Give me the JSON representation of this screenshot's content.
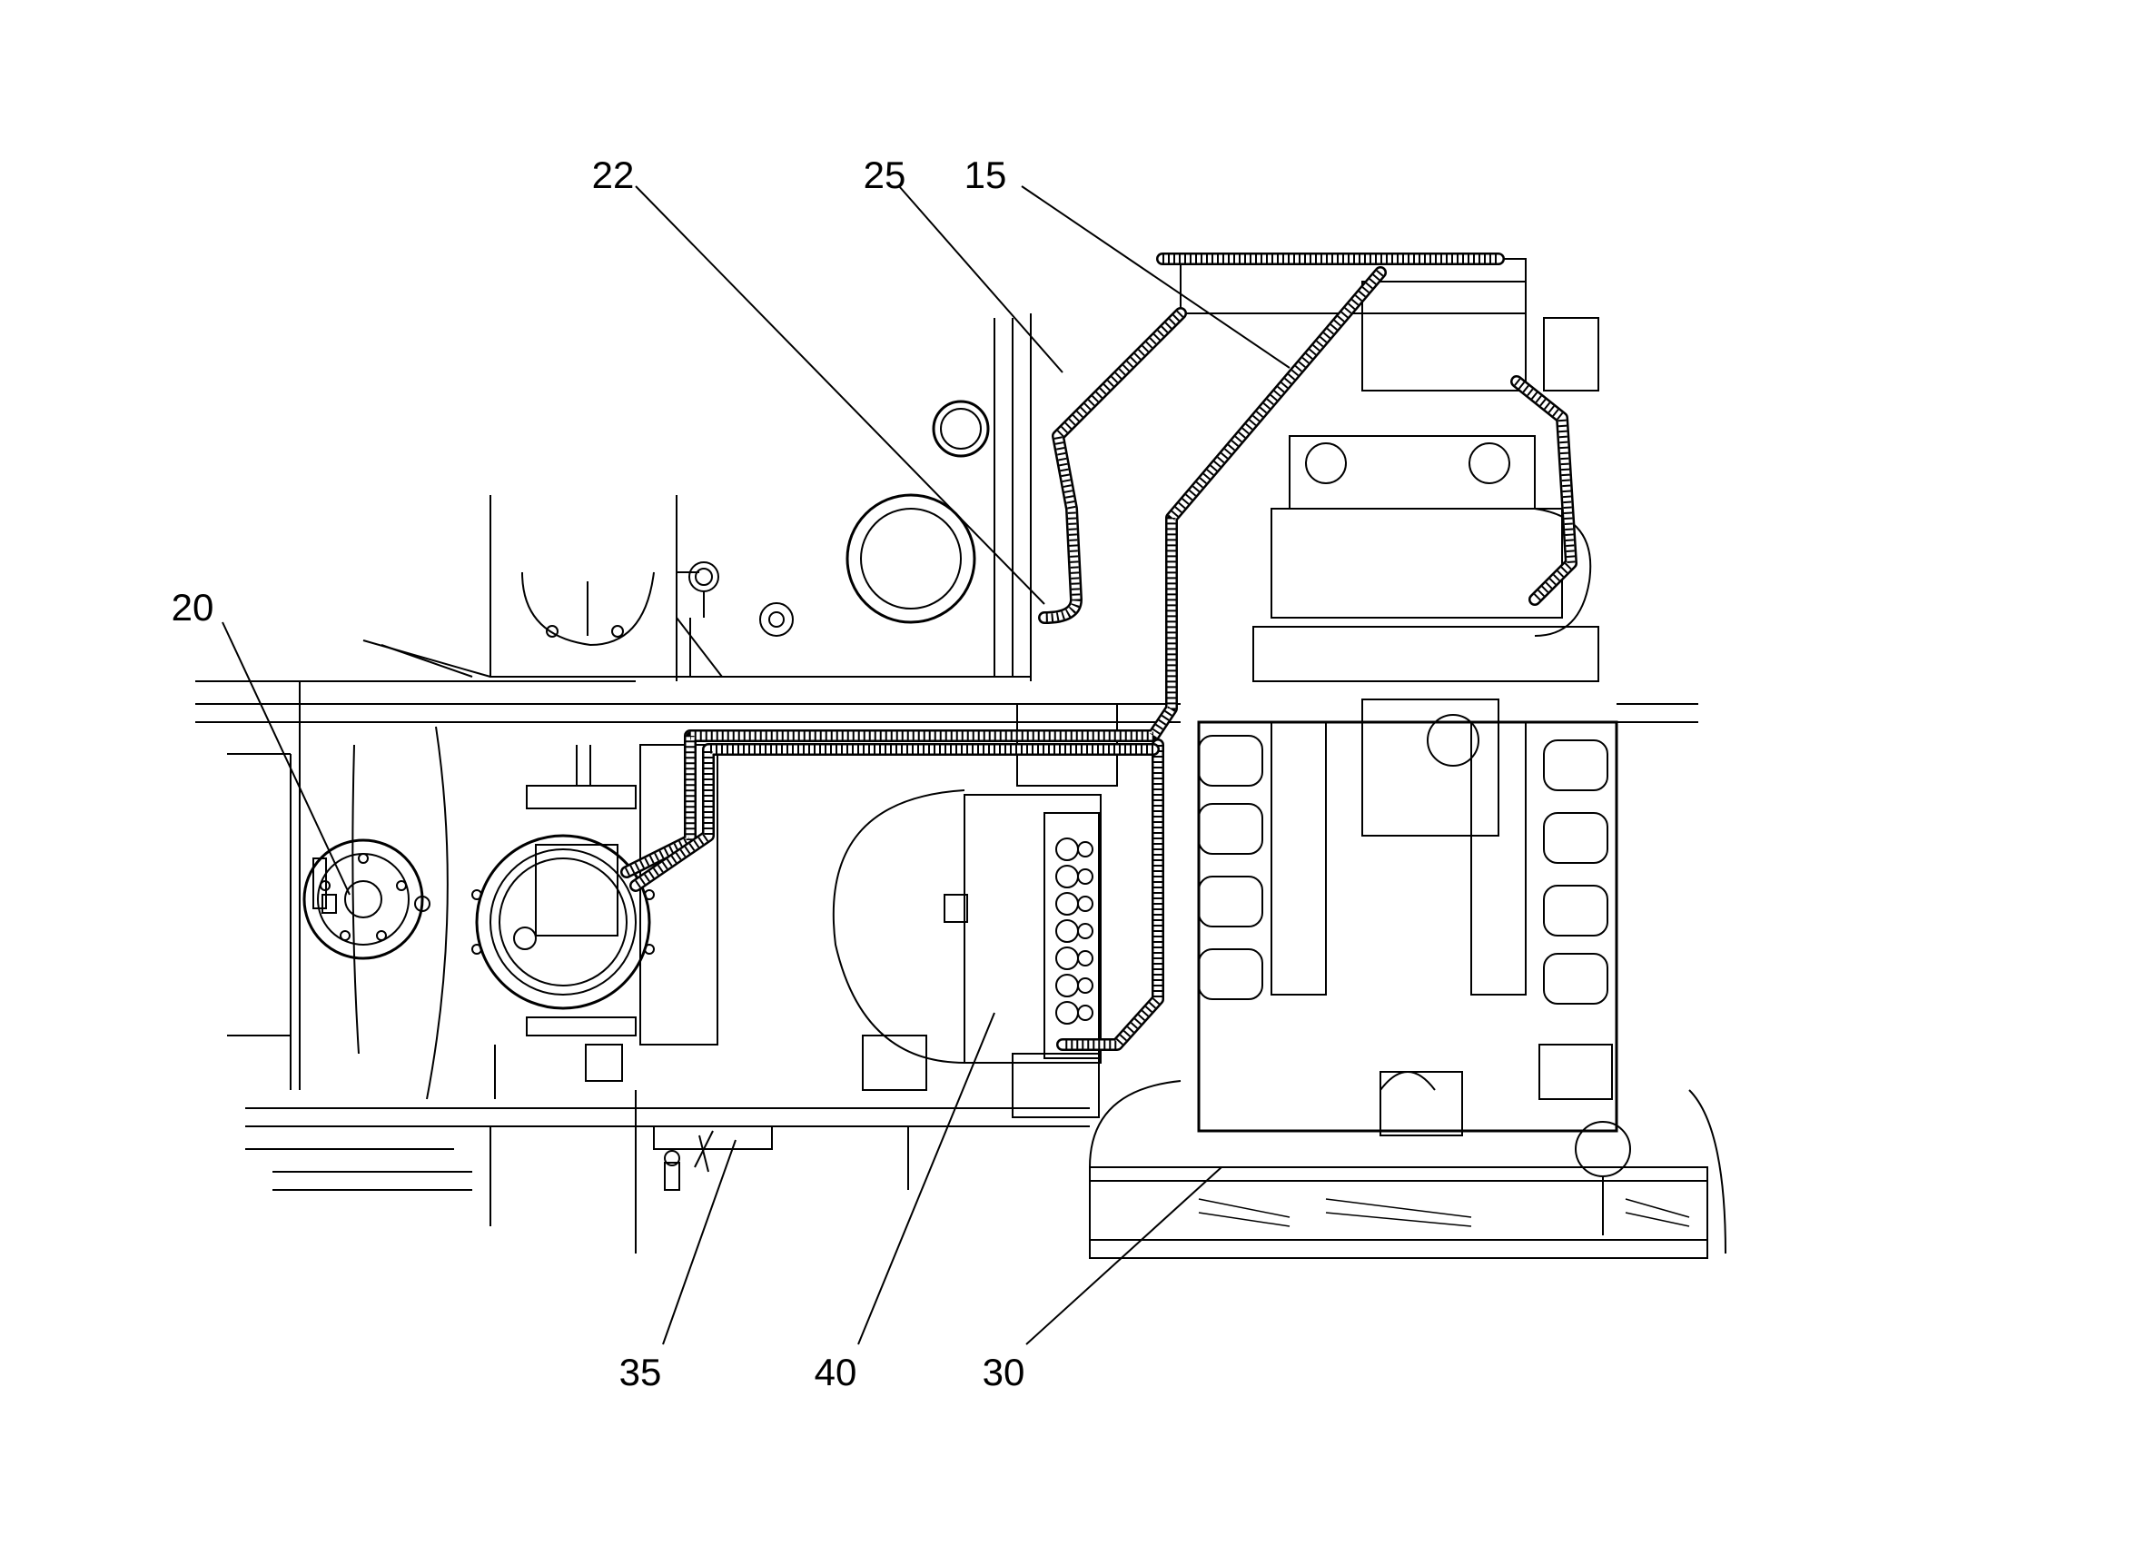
{
  "callouts": [
    {
      "id": "15",
      "label": "15"
    },
    {
      "id": "20",
      "label": "20"
    },
    {
      "id": "22",
      "label": "22"
    },
    {
      "id": "25",
      "label": "25"
    },
    {
      "id": "30",
      "label": "30"
    },
    {
      "id": "35",
      "label": "35"
    },
    {
      "id": "40",
      "label": "40"
    }
  ]
}
